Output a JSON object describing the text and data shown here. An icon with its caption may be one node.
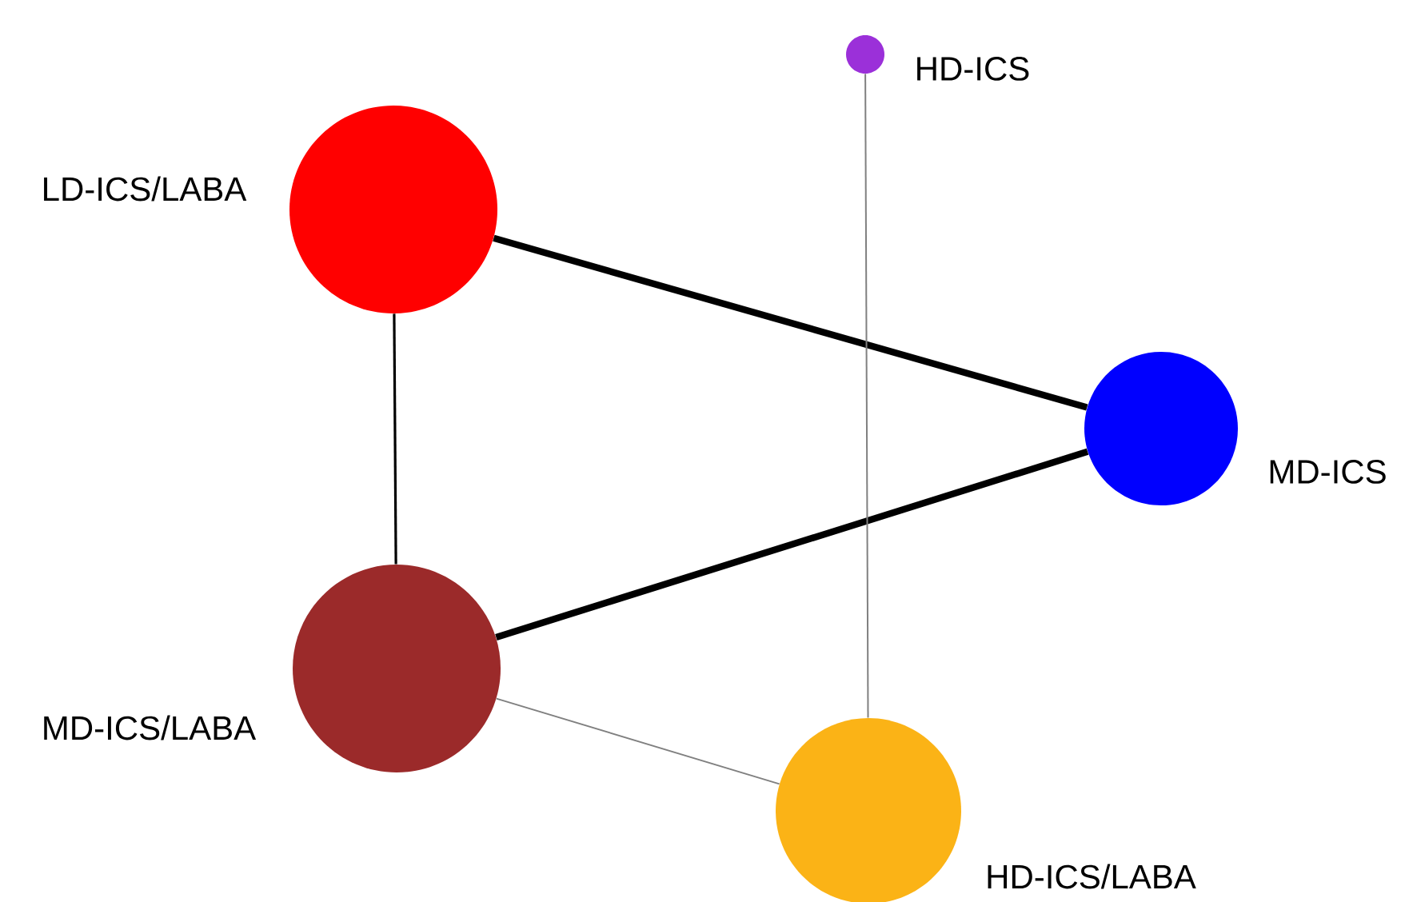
{
  "diagram": {
    "nodes": [
      {
        "text": [
          "HD-ICS"
        ]
      },
      {
        "text": [
          "LD-ICS/LABA"
        ]
      },
      {
        "text": [
          "MD-ICS"
        ]
      },
      {
        "text": [
          "MD-ICS/LABA"
        ]
      },
      {
        "text": [
          "HD-ICS/LABA"
        ]
      }
    ],
    "edges": [
      {
        "from": 1,
        "to": 2,
        "arrow": "none",
        "style": "thick"
      },
      {
        "from": 1,
        "to": 3,
        "arrow": "none"
      },
      {
        "from": 3,
        "to": 2,
        "arrow": "none",
        "style": "thick"
      },
      {
        "from": 0,
        "to": 4,
        "arrow": "none",
        "color": "#808080"
      },
      {
        "from": 3,
        "to": 4,
        "arrow": "none",
        "color": "#808080"
      }
    ]
  }
}
